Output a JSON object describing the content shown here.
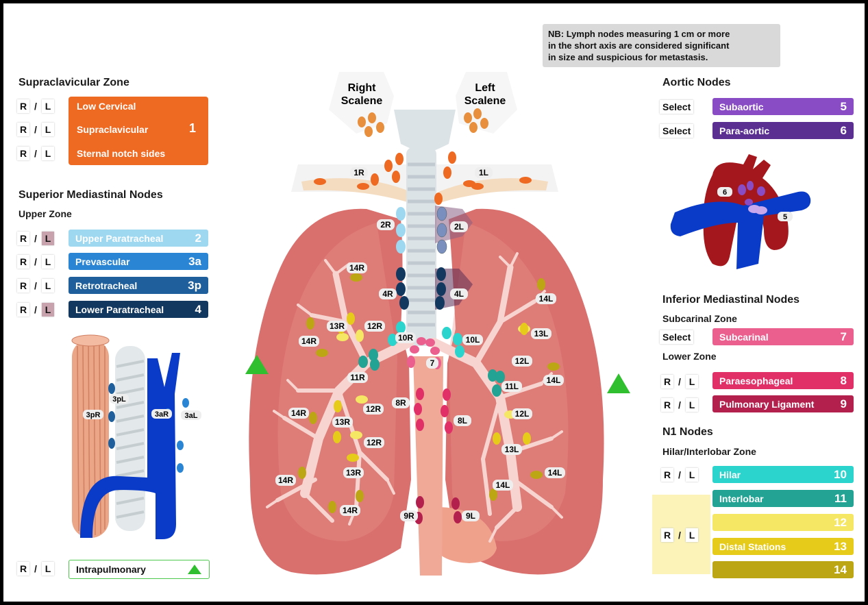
{
  "note": {
    "line1": "NB: Lymph nodes measuring 1 cm or more",
    "line2": "in the short axis are considered significant",
    "line3": "in size and suspicious for metastasis."
  },
  "colors": {
    "orange": "#ee6a22",
    "upper_paratracheal": "#9ed8f0",
    "prevascular": "#2a86d4",
    "retrotracheal": "#1e5f9c",
    "lower_paratracheal": "#12385f",
    "subaortic": "#8a4cc4",
    "paraaortic": "#5b2e91",
    "subcarinal": "#ea5f8e",
    "paraesophageal": "#e12f68",
    "pulmonary_ligament": "#b4204d",
    "hilar": "#2bd4cc",
    "interlobar": "#22a393",
    "distal_light": "#f5e663",
    "distal_mid": "#e6cb1a",
    "distal_dark": "#bda614",
    "lung": "#d9706e",
    "highlight_l": "#c8a3ad",
    "triangle": "#2fbf2f"
  },
  "supraclavicular": {
    "title": "Supraclavicular Zone",
    "items": [
      "Low Cervical",
      "Supraclavicular",
      "Sternal notch sides"
    ],
    "number": "1"
  },
  "superior": {
    "title": "Superior Mediastinal Nodes",
    "zone": "Upper Zone",
    "items": [
      {
        "label": "Upper Paratracheal",
        "num": "2"
      },
      {
        "label": "Prevascular",
        "num": "3a"
      },
      {
        "label": "Retrotracheal",
        "num": "3p"
      },
      {
        "label": "Lower Paratracheal",
        "num": "4"
      }
    ]
  },
  "rl": {
    "r": "R",
    "sep": "/",
    "l": "L"
  },
  "select_label": "Select",
  "aortic": {
    "title": "Aortic Nodes",
    "items": [
      {
        "label": "Subaortic",
        "num": "5"
      },
      {
        "label": "Para-aortic",
        "num": "6"
      }
    ],
    "diagram_labels": [
      "6",
      "5"
    ]
  },
  "inferior": {
    "title": "Inferior Mediastinal Nodes",
    "subcarinal_zone": "Subcarinal Zone",
    "subcarinal": {
      "label": "Subcarinal",
      "num": "7"
    },
    "lower_zone": "Lower Zone",
    "lower": [
      {
        "label": "Paraesophageal",
        "num": "8"
      },
      {
        "label": "Pulmonary Ligament",
        "num": "9"
      }
    ]
  },
  "n1": {
    "title": "N1 Nodes",
    "zone": "Hilar/Interlobar Zone",
    "hilar": {
      "label": "Hilar",
      "num": "10"
    },
    "interlobar": {
      "label": "Interlobar",
      "num": "11"
    },
    "distal_label": "Distal Stations",
    "distal_nums": [
      "12",
      "13",
      "14"
    ]
  },
  "intrapulmonary": {
    "label": "Intrapulmonary"
  },
  "scalene": {
    "right_line1": "Right",
    "right_line2": "Scalene",
    "left_line1": "Left",
    "left_line2": "Scalene"
  },
  "vessel_labels": {
    "p3R": "3pR",
    "p3L": "3pL",
    "a3R": "3aR",
    "a3L": "3aL"
  },
  "station_labels": {
    "s1R": "1R",
    "s1L": "1L",
    "s2R": "2R",
    "s2L": "2L",
    "s4R": "4R",
    "s4L": "4L",
    "s7": "7",
    "s8R": "8R",
    "s8L": "8L",
    "s9R": "9R",
    "s9L": "9L",
    "s10R": "10R",
    "s10L": "10L",
    "s11R": "11R",
    "s11L": "11L",
    "s12R": "12R",
    "s12L": "12L",
    "s13R": "13R",
    "s13L": "13L",
    "s14R": "14R",
    "s14L": "14L"
  }
}
